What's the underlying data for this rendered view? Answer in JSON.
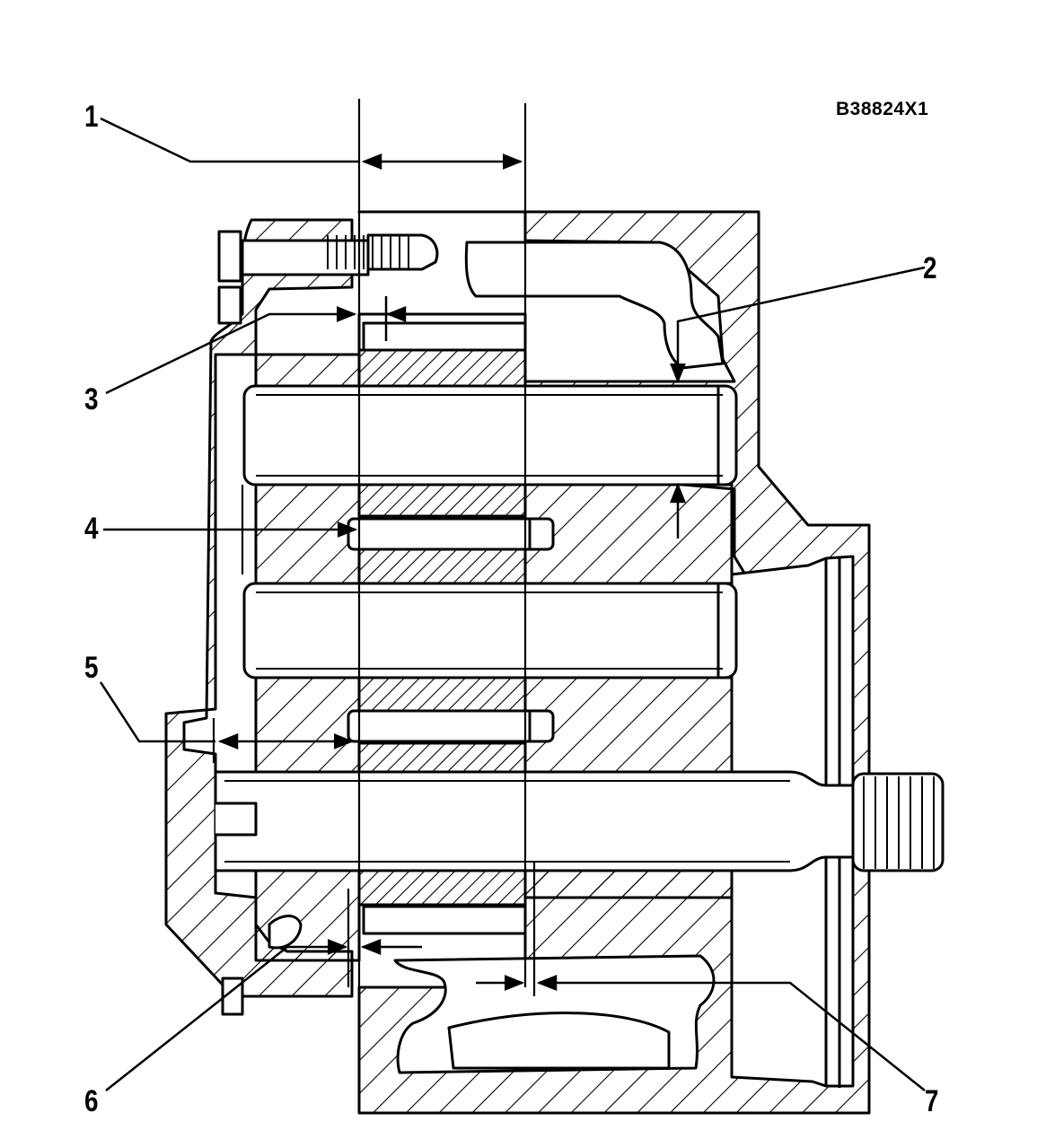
{
  "figure_id": "B38824X1",
  "callouts": {
    "c1": "1",
    "c2": "2",
    "c3": "3",
    "c4": "4",
    "c5": "5",
    "c6": "6",
    "c7": "7"
  },
  "colors": {
    "ink": "#000000",
    "paper": "#ffffff"
  }
}
